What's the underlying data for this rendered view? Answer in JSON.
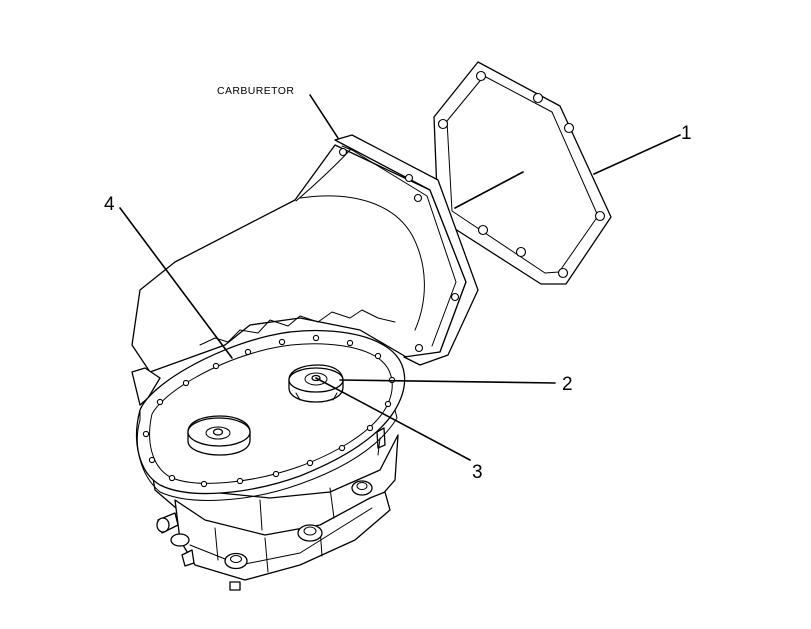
{
  "diagram": {
    "labels": {
      "carburetor": "CARBURETOR",
      "callout_1": "1",
      "callout_2": "2",
      "callout_3": "3",
      "callout_4": "4"
    },
    "colors": {
      "line": "#000000",
      "background": "#ffffff"
    }
  }
}
